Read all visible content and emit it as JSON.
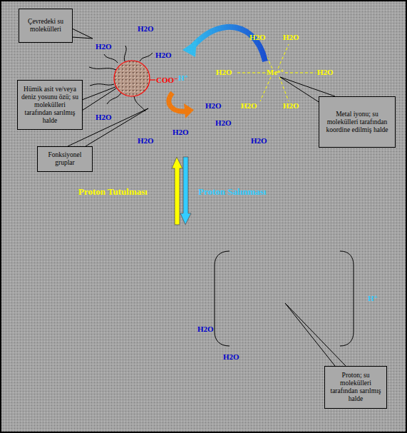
{
  "diagram": {
    "nodes": [
      {
        "text": [
          "Çevredeki su molekülleri"
        ]
      },
      {
        "text": [
          "Hümik asit ve/veya deniz yosunu özü; su molekülleri tarafından sarılmış halde"
        ]
      },
      {
        "text": [
          "Fonksiyonel gruplar"
        ]
      },
      {
        "text": [
          "Metal iyonu; su molekülleri tarafından koordine edilmiş halde"
        ]
      },
      {
        "text": [
          "Proton; su molekülleri tarafından sarılmış halde"
        ]
      }
    ],
    "labels": [
      "H2O",
      "H2O",
      "H2O",
      "COO⁻",
      "H⁺",
      "H2O",
      "H2O",
      "H2O",
      "Meⁿ⁺",
      "H2O",
      "H2O",
      "H2O",
      "H2O",
      "H2O",
      "H2O",
      "H2O",
      "H2O",
      "H2O",
      "Proton Tutulması",
      "Proton Salınması",
      "H⁺",
      "H2O",
      "H2O"
    ]
  }
}
